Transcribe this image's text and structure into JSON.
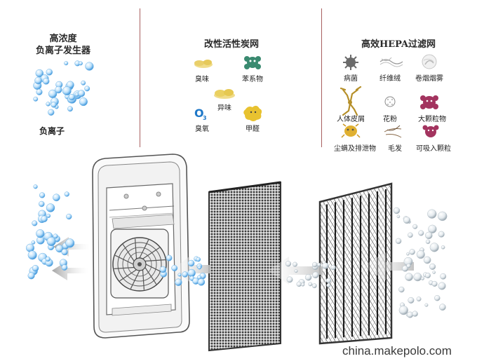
{
  "sections": {
    "ion": {
      "title_line1": "高浓度",
      "title_line2": "负离子发生器",
      "label": "负离子"
    },
    "carbon": {
      "title": "改性活性炭网",
      "items": [
        "臭味",
        "苯系物",
        "异味",
        "臭氧",
        "甲醛"
      ],
      "ozone_symbol": "O₃"
    },
    "hepa": {
      "title": "高效HEPA过滤网",
      "items": [
        "病菌",
        "纤维绒",
        "卷烟烟雾",
        "人体皮屑",
        "花粉",
        "大颗粒物",
        "尘螨及排泄物",
        "毛发",
        "可吸入颗粒"
      ]
    }
  },
  "watermark": "china.makepolo.com",
  "colors": {
    "divider": "#8b2a2a",
    "bubble": "#4fa3e0",
    "yellow": "#e8c640",
    "green": "#3a8a70",
    "magenta": "#a3345f",
    "filter_dark": "#3c3c3c"
  },
  "icons": [
    "bacteria-icon",
    "fiber-icon",
    "smoke-icon",
    "skin-flake-icon",
    "pollen-icon",
    "large-particle-icon",
    "dust-mite-icon",
    "hair-icon",
    "fine-particle-icon",
    "odor-cloud-icon",
    "benzene-icon",
    "ozone-icon",
    "formaldehyde-icon"
  ]
}
